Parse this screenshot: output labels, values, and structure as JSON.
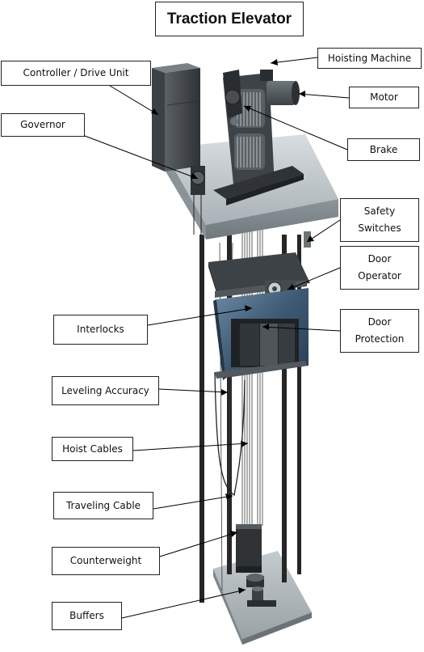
{
  "title": "Traction Elevator",
  "labels": {
    "hoisting_machine": "Hoisting Machine",
    "controller": "Controller / Drive Unit",
    "motor": "Motor",
    "governor": "Governor",
    "brake": "Brake",
    "safety_switches": "Safety\nSwitches",
    "door_operator": "Door\nOperator",
    "interlocks": "Interlocks",
    "door_protection": "Door\nProtection",
    "leveling_accuracy": "Leveling Accuracy",
    "hoist_cables": "Hoist Cables",
    "traveling_cable": "Traveling Cable",
    "counterweight": "Counterweight",
    "buffers": "Buffers"
  },
  "colors": {
    "label_border": "#222222",
    "leader_line": "#000000",
    "steel": "#9aa3a8",
    "car_blue": "#3a5a78",
    "frame": "#2d2d2d"
  }
}
